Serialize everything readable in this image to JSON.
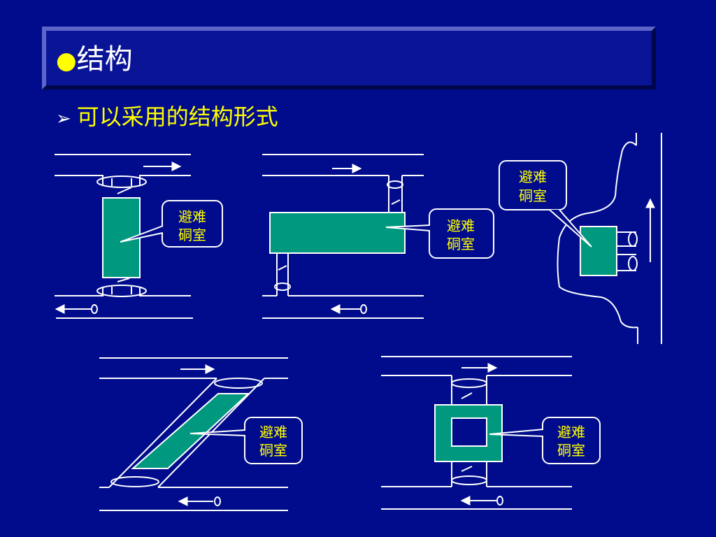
{
  "slide": {
    "title": "结构",
    "title_bullet": "●",
    "bullet_marker": "➢",
    "bullet_text": "可以采用的结构形式"
  },
  "diagrams": [
    {
      "callout_line1": "避难",
      "callout_line2": "硐室"
    },
    {
      "callout_line1": "避难",
      "callout_line2": "硐室"
    },
    {
      "callout_line1": "避难",
      "callout_line2": "硐室"
    },
    {
      "callout_line1": "避难",
      "callout_line2": "硐室"
    },
    {
      "callout_line1": "避难",
      "callout_line2": "硐室"
    }
  ],
  "colors": {
    "background": "#000c8c",
    "chamber_fill": "#009980",
    "title_text": "#ffffff",
    "bullet_text": "#ffff00",
    "line": "#ffffff"
  }
}
